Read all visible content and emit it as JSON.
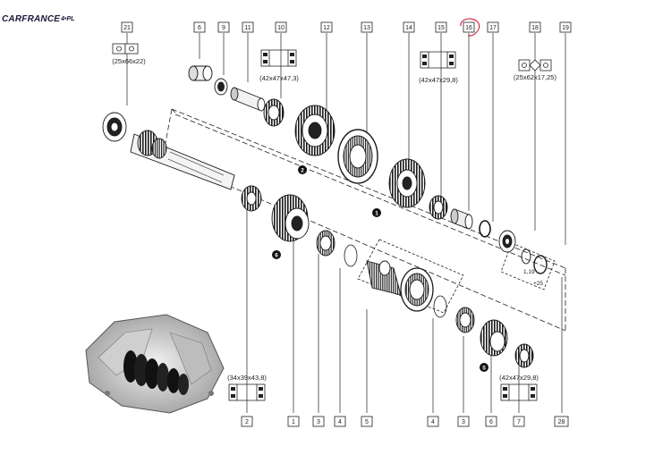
{
  "logo": {
    "brand": "CARFRANCE",
    "suffix": "4•PL",
    "flag_colors": [
      "#1c3f99",
      "#ffffff",
      "#d9202a"
    ]
  },
  "highlight_color": "#d0203a",
  "callouts": [
    {
      "id": "c21",
      "label": "21"
    },
    {
      "id": "c6",
      "label": "6"
    },
    {
      "id": "c9",
      "label": "9"
    },
    {
      "id": "c11",
      "label": "11"
    },
    {
      "id": "c10",
      "label": "10"
    },
    {
      "id": "c12",
      "label": "12"
    },
    {
      "id": "c13",
      "label": "13"
    },
    {
      "id": "c14",
      "label": "14"
    },
    {
      "id": "c15",
      "label": "15"
    },
    {
      "id": "c16",
      "label": "16",
      "highlighted": true
    },
    {
      "id": "c17",
      "label": "17"
    },
    {
      "id": "c18",
      "label": "18"
    },
    {
      "id": "c19",
      "label": "19"
    },
    {
      "id": "c2",
      "label": "2"
    },
    {
      "id": "c1",
      "label": "1"
    },
    {
      "id": "c3a",
      "label": "3"
    },
    {
      "id": "c4a",
      "label": "4"
    },
    {
      "id": "c5",
      "label": "5"
    },
    {
      "id": "c4b",
      "label": "4"
    },
    {
      "id": "c3b",
      "label": "3"
    },
    {
      "id": "c6b",
      "label": "6"
    },
    {
      "id": "c7",
      "label": "7"
    },
    {
      "id": "c28",
      "label": "28"
    }
  ],
  "dimensions": [
    {
      "id": "d21",
      "text": "(25x66x22)"
    },
    {
      "id": "d10",
      "text": "(42x47x47,3)"
    },
    {
      "id": "d15",
      "text": "(42x47x29,8)"
    },
    {
      "id": "d18",
      "text": "(25x62x17,25)"
    },
    {
      "id": "d2",
      "text": "(34x39x43,8)"
    },
    {
      "id": "d7",
      "text": "(42x47x29,8)"
    }
  ],
  "gear_markers": [
    {
      "id": "m2",
      "label": "2"
    },
    {
      "id": "m1",
      "label": "1"
    },
    {
      "id": "m6",
      "label": "6"
    },
    {
      "id": "m5",
      "label": "5"
    }
  ],
  "small_labels": [
    {
      "id": "s119",
      "text": "1,19"
    },
    {
      "id": "s25",
      "text": "+25"
    }
  ]
}
